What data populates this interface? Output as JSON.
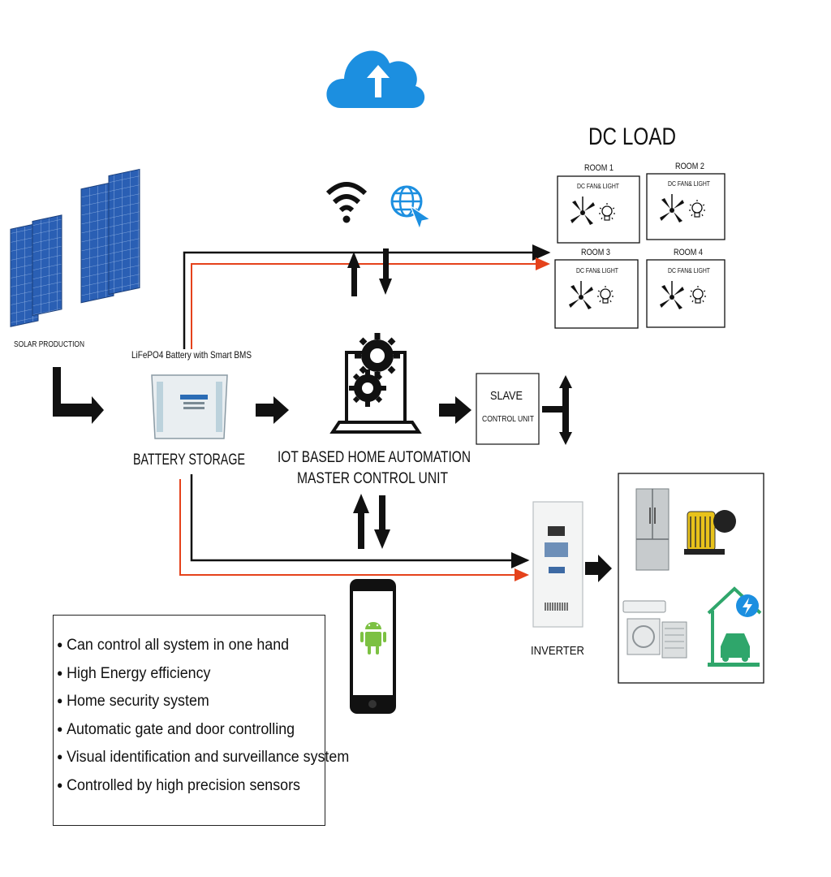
{
  "labels": {
    "solar_production": "SOLAR PRODUCTION",
    "battery_caption": "LiFePO4 Battery with Smart BMS",
    "battery_storage": "BATTERY STORAGE",
    "master_line1": "IOT BASED HOME AUTOMATION",
    "master_line2": "MASTER CONTROL UNIT",
    "slave_line1": "SLAVE",
    "slave_line2": "CONTROL UNIT",
    "inverter": "INVERTER",
    "dc_load_title": "DC LOAD"
  },
  "rooms": [
    {
      "name": "ROOM 1",
      "label": "DC FAN& LIGHT"
    },
    {
      "name": "ROOM 2",
      "label": "DC FAN& LIGHT"
    },
    {
      "name": "ROOM 3",
      "label": "DC FAN& LIGHT"
    },
    {
      "name": "ROOM 4",
      "label": "DC FAN& LIGHT"
    }
  ],
  "features": [
    "Can control all system in one hand",
    "High Energy efficiency",
    "Home security system",
    "Automatic gate and door controlling",
    "Visual identification and surveillance system",
    "Controlled by high precision sensors"
  ],
  "icons": [
    "cloud-upload-icon",
    "wifi-icon",
    "globe-cursor-icon",
    "solar-panel-icon",
    "battery-icon",
    "laptop-gears-icon",
    "smartphone-android-icon",
    "inverter-icon",
    "fridge-icon",
    "water-pump-icon",
    "air-conditioner-icon",
    "ev-charging-home-icon",
    "ceiling-fan-icon",
    "light-bulb-icon"
  ],
  "colors": {
    "cloud": "#1c8fe0",
    "line_dark": "#111111",
    "line_red": "#e5421b",
    "solar": "#2456a8",
    "android": "#7cc142",
    "green_house": "#2fa66b",
    "pump": "#e8c21a"
  }
}
